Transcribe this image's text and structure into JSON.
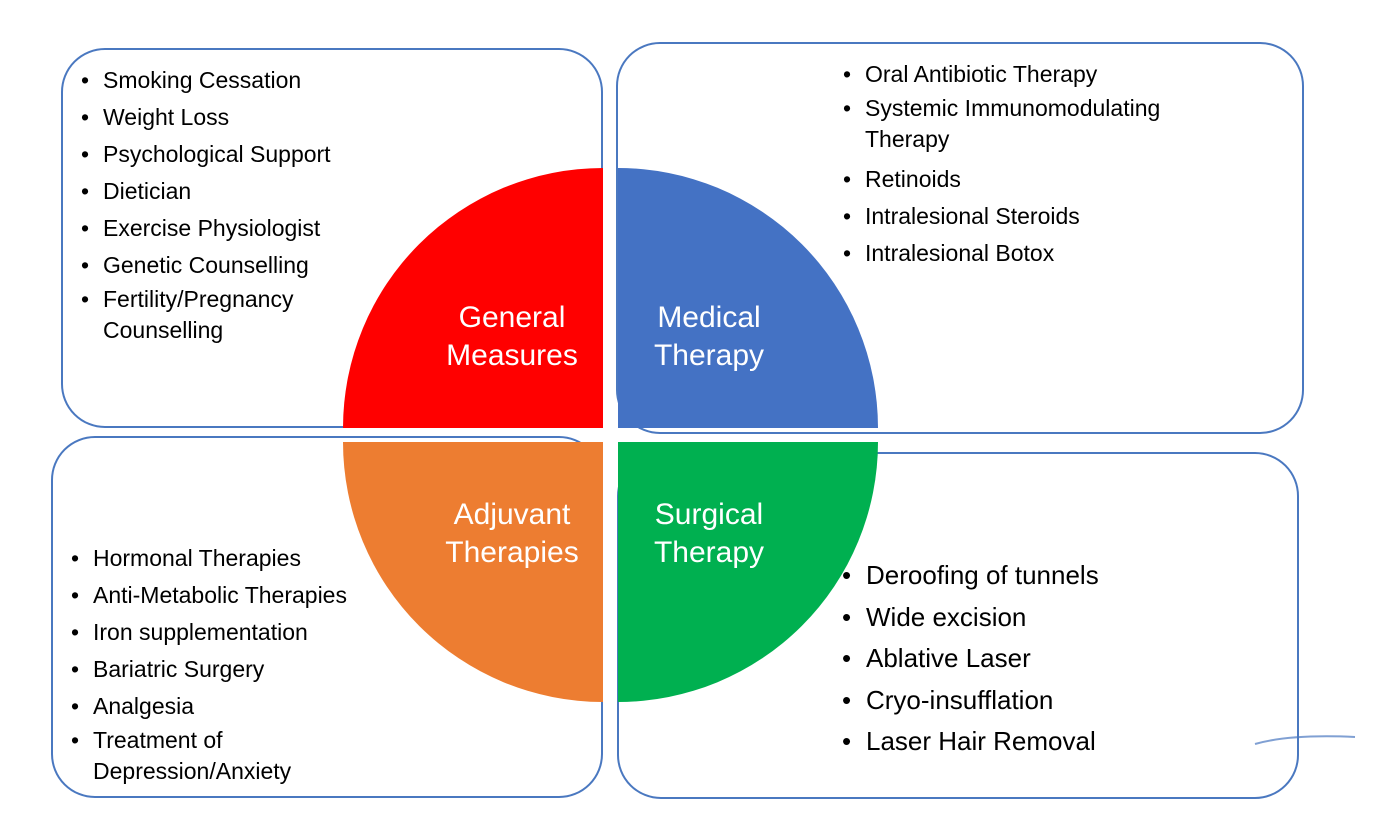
{
  "colors": {
    "general": "#ff0000",
    "medical": "#4472c4",
    "adjuvant": "#ed7d31",
    "surgical": "#00b050",
    "box_border": "#4a78c0"
  },
  "quadrants": {
    "general": {
      "line1": "General",
      "line2": "Measures"
    },
    "medical": {
      "line1": "Medical",
      "line2": "Therapy"
    },
    "adjuvant": {
      "line1": "Adjuvant",
      "line2": "Therapies"
    },
    "surgical": {
      "line1": "Surgical",
      "line2": "Therapy"
    }
  },
  "lists": {
    "general": [
      "Smoking Cessation",
      "Weight Loss",
      "Psychological Support",
      "Dietician",
      "Exercise Physiologist",
      "Genetic Counselling",
      "Fertility/Pregnancy Counselling"
    ],
    "medical": [
      "Oral Antibiotic Therapy",
      "Systemic Immunomodulating Therapy",
      "Retinoids",
      "Intralesional Steroids",
      "Intralesional Botox"
    ],
    "adjuvant": [
      "Hormonal Therapies",
      "Anti-Metabolic Therapies",
      "Iron supplementation",
      "Bariatric Surgery",
      "Analgesia",
      "Treatment of Depression/Anxiety"
    ],
    "surgical": [
      "Deroofing of tunnels",
      "Wide excision",
      "Ablative Laser",
      "Cryo-insuflflation",
      "Laser Hair Removal"
    ]
  }
}
